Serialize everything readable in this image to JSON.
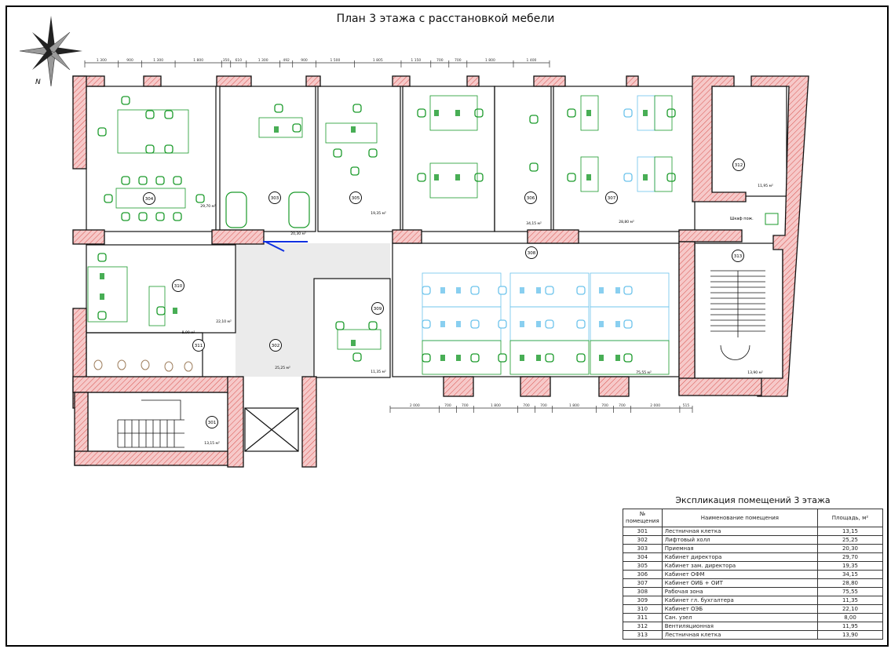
{
  "title": "План 3 этажа с расстановкой мебели",
  "compass_label": "N",
  "fire_cabinet_label": "Шкаф пож.",
  "dims_top": [
    "1 300",
    "900",
    "1 300",
    "1 800",
    "350",
    "610",
    "1 300",
    "492",
    "900",
    "1 500",
    "1 805",
    "1 150",
    "700",
    "700",
    "1 800",
    "1 400"
  ],
  "dims_bottom": [
    "2 000",
    "700",
    "700",
    "1 800",
    "700",
    "700",
    "1 800",
    "700",
    "700",
    "2 000",
    "515"
  ],
  "explication": {
    "title": "Экспликация помещений 3 этажа",
    "col_number": "№ помещения",
    "col_name": "Наименование помещения",
    "col_area": "Площадь, м²",
    "rooms": [
      {
        "number": "301",
        "name": "Лестничная клетка",
        "area": "13,15",
        "area_label": "13,15 м²"
      },
      {
        "number": "302",
        "name": "Лифтовый холл",
        "area": "25,25",
        "area_label": "25,25 м²"
      },
      {
        "number": "303",
        "name": "Приемная",
        "area": "20,30",
        "area_label": "20,30 м²"
      },
      {
        "number": "304",
        "name": "Кабинет директора",
        "area": "29,70",
        "area_label": "29,70 м²"
      },
      {
        "number": "305",
        "name": "Кабинет зам. директора",
        "area": "19,35",
        "area_label": "19,35 м²"
      },
      {
        "number": "306",
        "name": "Кабинет ОФМ",
        "area": "34,15",
        "area_label": "34,15 м²"
      },
      {
        "number": "307",
        "name": "Кабинет ОИБ + ОИТ",
        "area": "28,80",
        "area_label": "28,80 м²"
      },
      {
        "number": "308",
        "name": "Рабочая зона",
        "area": "75,55",
        "area_label": "75,55 м²"
      },
      {
        "number": "309",
        "name": "Кабинет гл. бухгалтера",
        "area": "11,35",
        "area_label": "11,35 м²"
      },
      {
        "number": "310",
        "name": "Кабинет ОЭБ",
        "area": "22,10",
        "area_label": "22,10 м²"
      },
      {
        "number": "311",
        "name": "Сан. узел",
        "area": "8,00",
        "area_label": "8,00 м²"
      },
      {
        "number": "312",
        "name": "Вентиляционная",
        "area": "11,95",
        "area_label": "11,95 м²"
      },
      {
        "number": "313",
        "name": "Лестничная клетка",
        "area": "13,90",
        "area_label": "13,90 м²"
      }
    ]
  },
  "colors": {
    "wall_fill": "#f6c9c9",
    "wall_hatch": "#d9534f",
    "furniture": "#1a9a2a",
    "furniture_alt": "#6cc3ec",
    "hall": "#ebebeb",
    "door_accent": "#1030e0"
  }
}
